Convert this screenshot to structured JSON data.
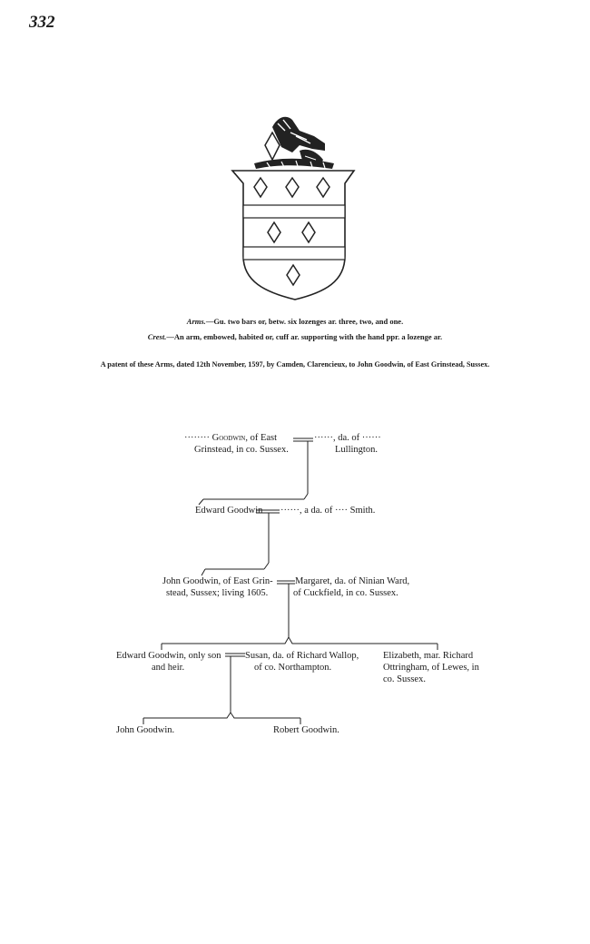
{
  "page_number": "332",
  "heraldry": {
    "arms_label": "Arms.",
    "arms_text": "—Gu. two bars or, betw. six lozenges ar. three, two, and one.",
    "crest_label": "Crest.",
    "crest_text": "—An arm, embowed, habited or, cuff ar. supporting with the hand ppr. a lozenge ar.",
    "patent": "A patent of these Arms, dated 12th November, 1597, by Camden, Clarencieux, to John Goodwin, of East Grinstead, Sussex."
  },
  "pedigree": {
    "gen1": {
      "husband_pre": "········",
      "husband_name": "Goodwin",
      "husband_l1_post": ", of East",
      "husband_l2": "Grinstead, in co. Sussex.",
      "wife_l1": "······, da. of ······",
      "wife_l2": "Lullington."
    },
    "gen2": {
      "husband": "Edward Goodwin",
      "wife": "······, a da. of ···· Smith."
    },
    "gen3": {
      "husband_l1": "John Goodwin, of East Grin-",
      "husband_l2": "stead, Sussex; living 1605.",
      "wife_l1": "Margaret, da. of Ninian Ward,",
      "wife_l2": "of Cuckfield, in co. Sussex."
    },
    "gen4": {
      "husband_l1": "Edward Goodwin, only son",
      "husband_l2": "and heir.",
      "wife_l1": "Susan, da. of Richard Wallop,",
      "wife_l2": "of co. Northampton.",
      "sister_l1": "Elizabeth, mar. Richard",
      "sister_l2": "Ottringham, of Lewes, in",
      "sister_l3": "co. Sussex."
    },
    "gen5": {
      "child1": "John Goodwin.",
      "child2": "Robert Goodwin."
    }
  }
}
